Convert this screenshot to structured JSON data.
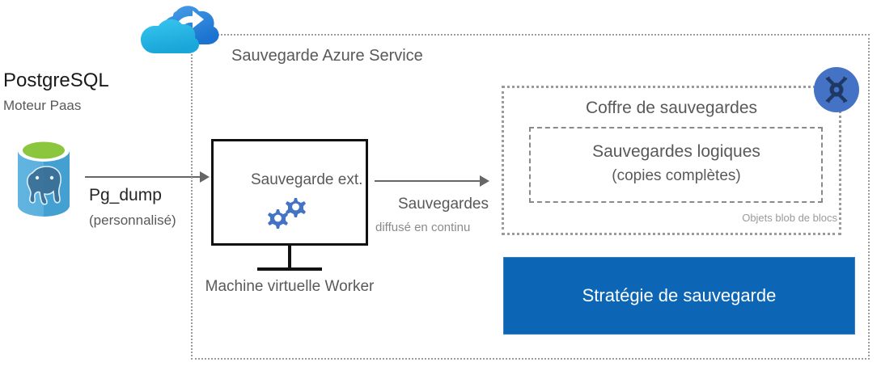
{
  "diagram": {
    "engine": {
      "title": "PostgreSQL",
      "subtitle": "Moteur Paas",
      "icon": "postgresql-database-icon"
    },
    "flow1": {
      "label": "Pg_dump",
      "sublabel": "(personnalisé)",
      "icon": "arrow-right-icon"
    },
    "service": {
      "label": "Sauvegarde Azure Service",
      "icon": "azure-backup-cloud-icon",
      "border_color": "#9b9b9b"
    },
    "worker": {
      "inner_label": "Sauvegarde ext.",
      "caption": "Machine virtuelle Worker",
      "icon": "gears-icon",
      "border_color": "#111111"
    },
    "flow2": {
      "label": "Sauvegardes",
      "sublabel": "diffusé en continu",
      "icon": "arrow-right-icon"
    },
    "vault": {
      "title": "Coffre de sauvegardes",
      "inner_line1": "Sauvegardes logiques",
      "inner_line2": "(copies complètes)",
      "footnote": "Objets blob de blocs",
      "badge_icon": "backup-vault-icon",
      "badge_color": "#4472C4"
    },
    "policy": {
      "label": "Stratégie de sauvegarde",
      "color": "#0c66b5",
      "text_color": "#ffffff"
    }
  }
}
